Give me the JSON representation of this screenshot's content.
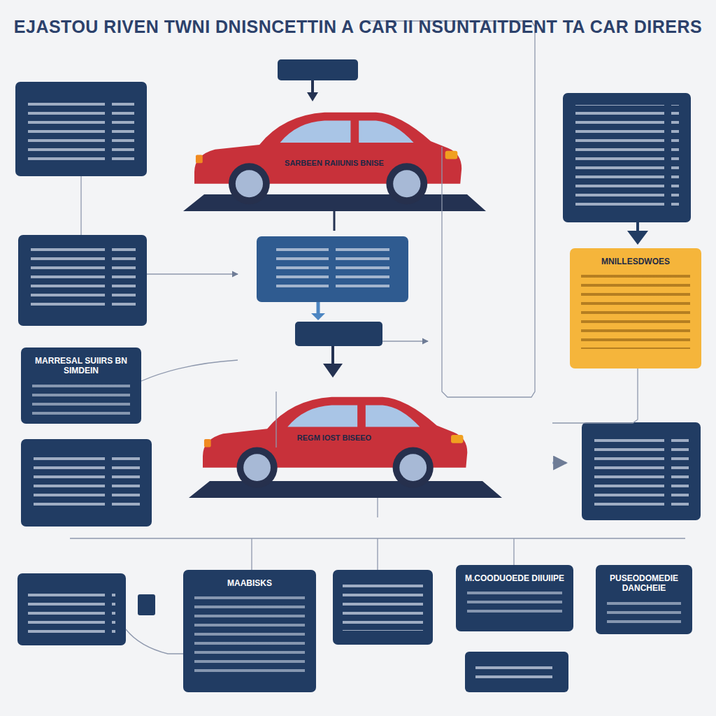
{
  "diagram": {
    "title": "EJASTOU RIVEN TWNI DNISNCETTIN A CAR II NSUNTAITDENT TA CAR DIRERS",
    "nodes": [
      {
        "text": [
          "MNILLESDWOES"
        ]
      },
      {
        "text": [
          "MARRESAL SUIIRS BN SIMDEIN"
        ]
      },
      {
        "text": [
          "MAABISKS"
        ]
      },
      {
        "text": [
          "M.COODUOEDE DIIUIIPE"
        ]
      },
      {
        "text": [
          "PUSEODOMEDIE DANCHEIE"
        ]
      }
    ],
    "labels": [
      "SARBEEN RAIIUNIS BNISE",
      "REGM IOST BISEEO"
    ]
  }
}
